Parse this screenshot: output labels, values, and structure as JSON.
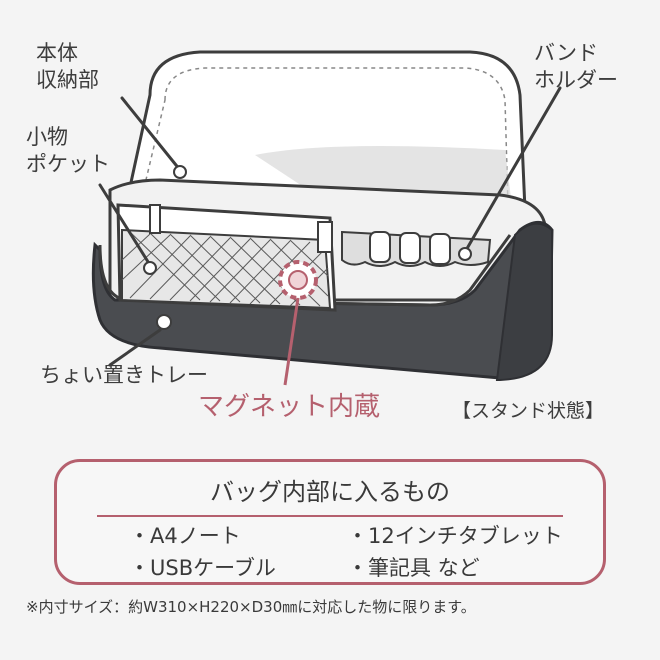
{
  "callouts": {
    "main_compartment": "本体\n収納部",
    "small_pocket": "小物\nポケット",
    "band_holder": "バンド\nホルダー",
    "tray": "ちょい置きトレー",
    "magnet": "マグネット内蔵",
    "stand_mode": "【スタンド状態】"
  },
  "info": {
    "title": "バッグ内部に入るもの",
    "items": [
      "・A4ノート",
      "・12インチタブレット",
      "・USBケーブル",
      "・筆記具 など"
    ]
  },
  "footnote": "※内寸サイズ：約W310×H220×D30㎜に対応した物に限ります。",
  "colors": {
    "accent": "#b5606e",
    "bag_body": "#4a4c50",
    "outline": "#3d3d3d"
  }
}
